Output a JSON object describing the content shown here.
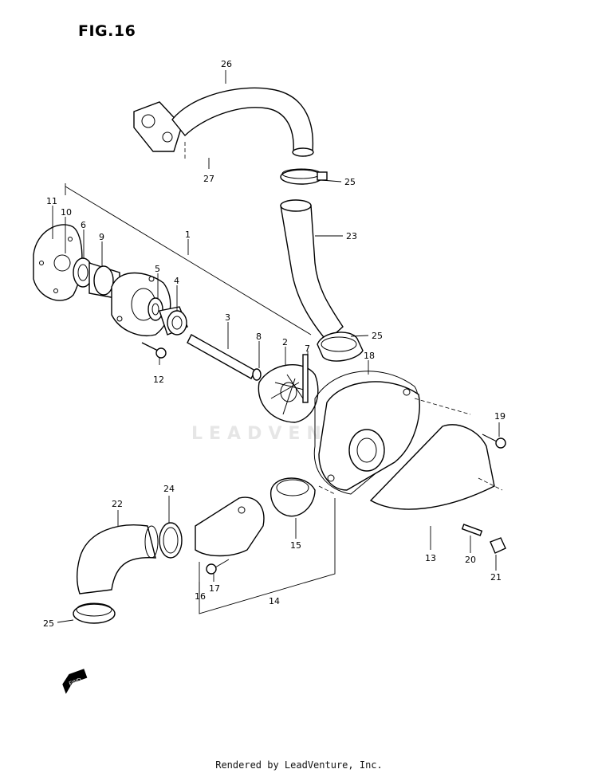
{
  "figure": {
    "title": "FIG.16",
    "watermark": "LEADVENTURE",
    "footer": "Rendered by LeadVenture, Inc.",
    "fwd_label": "FWD"
  },
  "callouts": [
    "1",
    "2",
    "3",
    "4",
    "5",
    "6",
    "7",
    "8",
    "9",
    "10",
    "11",
    "12",
    "13",
    "14",
    "15",
    "16",
    "17",
    "19",
    "20",
    "21",
    "22",
    "23",
    "24",
    "25",
    "26",
    "27",
    "18"
  ]
}
